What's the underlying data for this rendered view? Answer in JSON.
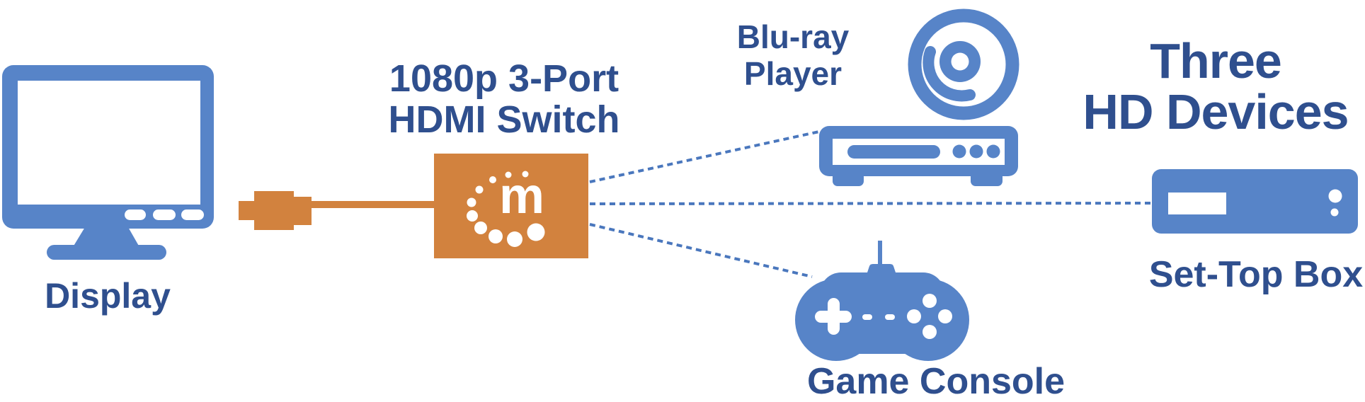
{
  "page": {
    "background": "#ffffff"
  },
  "colors": {
    "blue": "#5784c8",
    "navy": "#2f4f8e",
    "orange": "#d2823e",
    "line": "#4a77bd",
    "white": "#ffffff"
  },
  "display": {
    "label": "Display",
    "icon": "monitor-icon"
  },
  "hdmi_switch": {
    "title_line1": "1080p 3-Port",
    "title_line2": "HDMI Switch",
    "logo_letter": "m",
    "icon": "switch-box-icon",
    "cable_icon": "hdmi-cable-icon"
  },
  "heading": {
    "line1": "Three",
    "line2": "HD Devices"
  },
  "devices": {
    "blu_ray": {
      "label_line1": "Blu-ray",
      "label_line2": "Player",
      "icons": [
        "disc-icon",
        "player-deck-icon"
      ]
    },
    "set_top": {
      "label": "Set-Top Box",
      "icon": "set-top-box-icon"
    },
    "game_console": {
      "label": "Game Console",
      "icon": "gamepad-icon"
    }
  },
  "connections": {
    "style": "dashed"
  }
}
